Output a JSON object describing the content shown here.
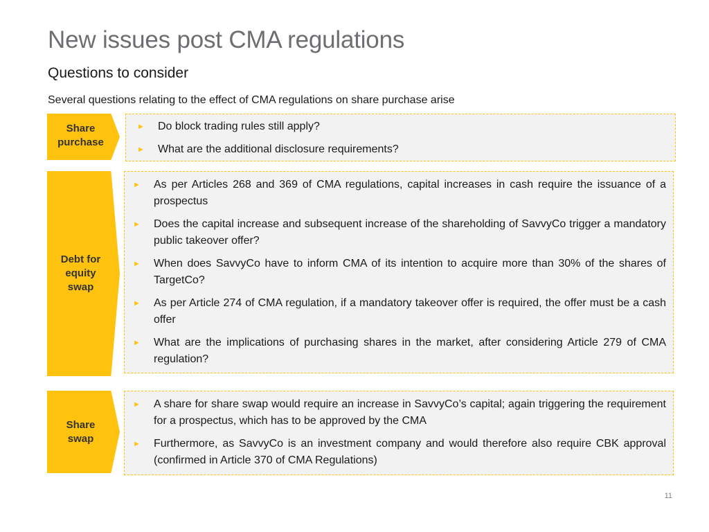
{
  "slide": {
    "title": "New issues post CMA regulations",
    "subtitle": "Questions to consider",
    "intro": "Several questions relating to the effect of CMA regulations on share purchase arise",
    "page_number": "11",
    "accent_color": "#ffc20e",
    "box_fill": "#f2f2f2"
  },
  "sections": [
    {
      "label": "Share purchase",
      "bullets": [
        "Do block trading rules still apply?",
        "What are the additional disclosure requirements?"
      ]
    },
    {
      "label": "Debt for equity swap",
      "bullets": [
        "As per Articles 268 and 369 of CMA regulations, capital increases in cash require the issuance of a prospectus",
        "Does the capital increase and subsequent increase of the shareholding of SavvyCo trigger a mandatory public takeover offer?",
        "When does SavvyCo have to inform CMA of its intention to acquire more than 30% of the shares of TargetCo?",
        "As per Article 274 of CMA regulation, if a mandatory takeover offer is required, the offer must be a cash offer",
        "What are the implications of purchasing shares in the market, after considering Article 279 of CMA regulation?"
      ]
    },
    {
      "label": "Share swap",
      "bullets": [
        "A share for share swap would require an increase in SavvyCo’s capital; again triggering the requirement for a prospectus, which has to be approved by the CMA",
        "Furthermore, as SavvyCo is an investment company and would therefore also require CBK approval (confirmed in Article 370 of CMA Regulations)"
      ]
    }
  ],
  "icons": {
    "bullet": "►"
  }
}
